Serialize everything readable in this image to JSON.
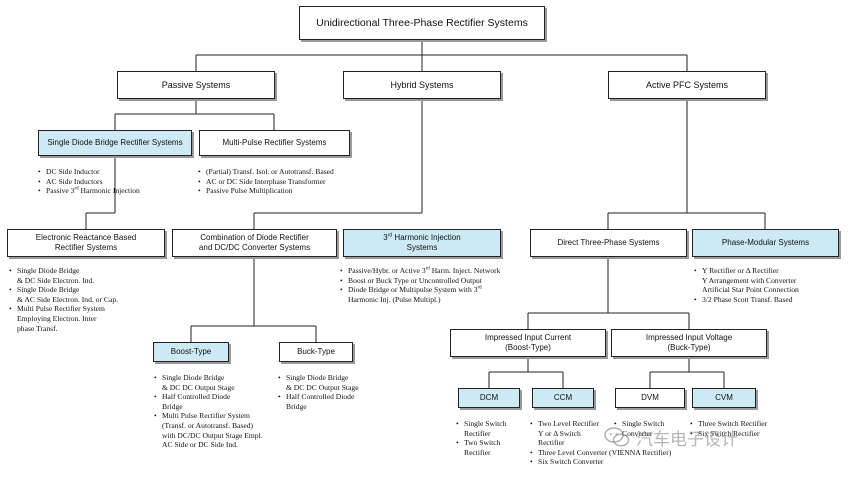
{
  "nodes": {
    "root": {
      "lines": [
        "Unidirectional Three-Phase Rectifier Systems"
      ]
    },
    "passive": {
      "lines": [
        "Passive  Systems"
      ]
    },
    "hybrid": {
      "lines": [
        "Hybrid Systems"
      ]
    },
    "active": {
      "lines": [
        "Active PFC Systems"
      ]
    },
    "single_diode": {
      "lines": [
        "Single Diode Bridge Rectifier Systems"
      ]
    },
    "multi_pulse": {
      "lines": [
        "Multi-Pulse Rectifier Systems"
      ]
    },
    "electronic_reactance": {
      "lines": [
        "Electronic Reactance Based",
        "Rectifier Systems"
      ]
    },
    "combination": {
      "lines": [
        "Combination of  Diode Rectifier",
        "and DC/DC Converter Systems"
      ]
    },
    "third_harmonic": {
      "lines": [
        "3rd Harmonic Injection",
        "Systems"
      ]
    },
    "direct_three_phase": {
      "lines": [
        "Direct Three-Phase Systems"
      ]
    },
    "phase_modular": {
      "lines": [
        "Phase-Modular Systems"
      ]
    },
    "boost_type": {
      "lines": [
        "Boost-Type"
      ]
    },
    "buck_type": {
      "lines": [
        "Buck-Type"
      ]
    },
    "impressed_current": {
      "lines": [
        "Impressed Input Current",
        "(Boost-Type)"
      ]
    },
    "impressed_voltage": {
      "lines": [
        "Impressed Input Voltage",
        "(Buck-Type)"
      ]
    },
    "dcm": {
      "lines": [
        "DCM"
      ]
    },
    "ccm": {
      "lines": [
        "CCM"
      ]
    },
    "dvm": {
      "lines": [
        "DVM"
      ]
    },
    "cvm": {
      "lines": [
        "CVM"
      ]
    }
  },
  "lists": {
    "single_diode": [
      [
        "DC Side Inductor"
      ],
      [
        "AC Side Inductors"
      ],
      [
        "Passive 3rd Harmonic Injection"
      ]
    ],
    "multi_pulse": [
      [
        "(Partial) Transf. Isol. or Autotransf. Based"
      ],
      [
        "AC or DC Side Interphase Transformer"
      ],
      [
        "Passive Pulse Multiplication"
      ]
    ],
    "electronic_reactance": [
      [
        "Single Diode Bridge",
        "& DC Side Electron. Ind."
      ],
      [
        "Single Diode Bridge",
        "& AC Side Electron. Ind. or Cap."
      ],
      [
        "Multi Pulse Rectifier System",
        "Employing Electron. Inter",
        "phase Transf."
      ]
    ],
    "third_harmonic": [
      [
        "Passive/Hybr. or Active 3rd Harm. Inject. Network"
      ],
      [
        "Boost  or Buck Type or Uncontrolled Output"
      ],
      [
        "Diode Bridge or Multipulse System with 3rd",
        "Harmonic Inj. (Pulse Multipl.)"
      ]
    ],
    "phase_modular": [
      [
        "Y Rectifier or Δ Rectifier",
        "Y Arrangement with Converter",
        "Artificial Star Point Connection"
      ],
      [
        "3/2 Phase Scott Transf. Based"
      ]
    ],
    "boost_type": [
      [
        "Single Diode Bridge",
        "& DC DC Output Stage"
      ],
      [
        "Half Controlled Diode",
        "Bridge"
      ],
      [
        "Multi Pulse Rectifier System",
        "(Transf. or Autotransf. Based)",
        "with DC/DC Output Stage Empl.",
        "AC Side or DC Side Ind."
      ]
    ],
    "buck_type": [
      [
        "Single Diode Bridge",
        "& DC DC Output Stage"
      ],
      [
        "Half Controlled Diode",
        "Bridge"
      ]
    ],
    "dcm": [
      [
        "Single  Switch",
        "Rectifier"
      ],
      [
        "Two Switch",
        "Rectifier"
      ]
    ],
    "ccm": [
      [
        "Two Level Rectifier",
        "Y  or Δ Switch",
        "Rectifier"
      ],
      [
        "Three Level Converter (VIENNA Rectifier)"
      ],
      [
        "Six Switch Converter"
      ]
    ],
    "dvm": [
      [
        "Single  Switch",
        "Converter"
      ]
    ],
    "cvm": [
      [
        "Three Switch Rectifier"
      ],
      [
        "Six Switch Rectifier"
      ]
    ]
  },
  "watermark": {
    "text": "汽车电子设计",
    "icon": "wechat-icon"
  }
}
